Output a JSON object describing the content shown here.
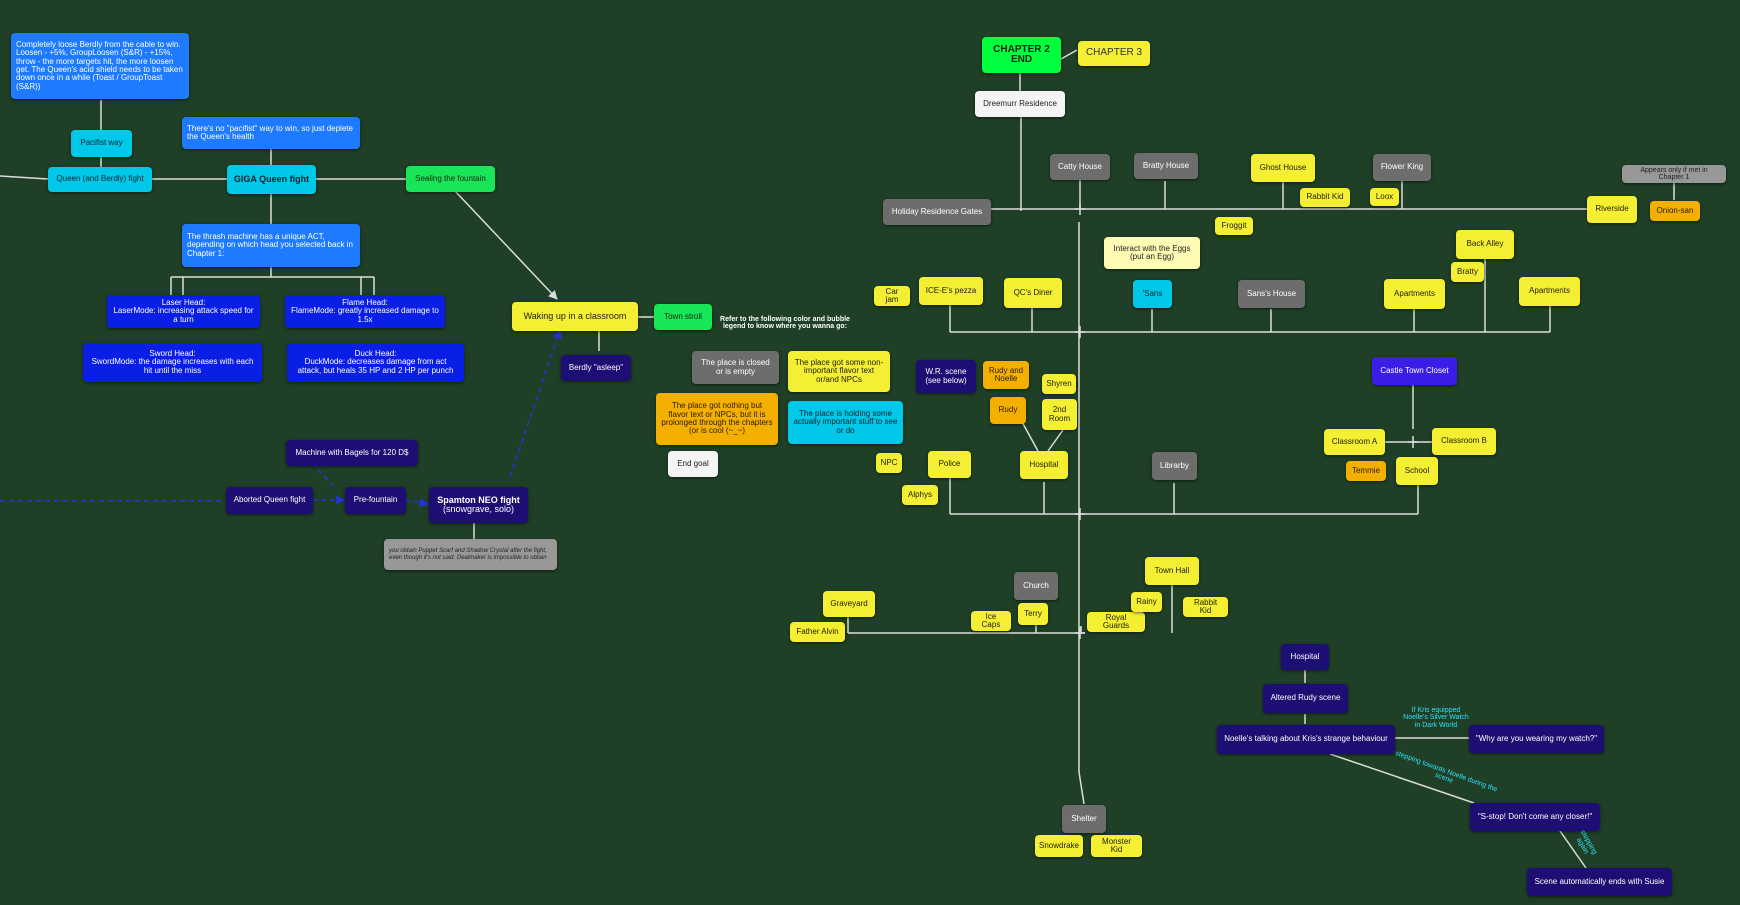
{
  "nodes": {
    "loose_berdly": "Completely loose Berdly from the cable to win. Loosen - +5%, GroupLoosen (S&R) - +15%, throw - the more targets hit, the more loosen get. The Queen's acid shield needs to be taken down once in a while (Toast / GroupToast (S&R))",
    "pacifist_way": "Pacifist way",
    "no_pacifist": "There's no \"pacifist\" way to win, so just deplete the Queen's health",
    "queen_berdly_fight": "Queen (and Berdly) fight",
    "giga_queen": "GIGA Queen fight",
    "sealing_fountain": "Sealing the fountain",
    "thrash_machine": "The thrash machine has a unique ACT, depending on which head you selected back in Chapter 1:",
    "laser_head": "Laser Head:",
    "laser_mode": "LaserMode: increasing attack speed for a turn",
    "flame_head": "Flame Head:",
    "flame_mode": "FlameMode: greatly increased damage to 1.5x",
    "sword_head": "Sword Head:",
    "sword_mode": "SwordMode: the damage increases with each hit until the miss",
    "duck_head": "Duck Head:",
    "duck_mode": "DuckMode: decreases damage from act attack, but heals 35 HP and 2 HP per punch",
    "waking_up": "Waking up in a classroom",
    "town_stroll": "Town stroll",
    "berdly_asleep": "Berdly \"asleep\"",
    "machine_bagels": "Machine with Bagels for 120 D$",
    "aborted_queen": "Aborted Queen fight",
    "pre_fountain": "Pre-fountain",
    "spamton_neo": "Spamton NEO fight",
    "spamton_sub": "(snowgrave, solo)",
    "puppet_scarf": "you obtain Puppet Scarf and Shadow Crystal after the fight, even though it's not said. Dealmaker is impossible to obtain",
    "legend_title": "Refer to the following color and bubble legend to know where you wanna go:",
    "legend_closed": "The place is closed or is empty",
    "legend_flavor": "The place got some non-important flavor text or/and NPCs",
    "legend_nothing": "The place got nothing but flavor text or NPCs, but it is prolonged through the chapters (or is cool (~_~)",
    "legend_important": "The place is holding some actually important stuff to see or do",
    "legend_end": "End goal",
    "legend_npc": "NPC",
    "chapter2_end": "CHAPTER 2 END",
    "chapter3": "CHAPTER 3",
    "dreemurr": "Dreemurr Residence",
    "holiday_gates": "Holiday Residence Gates",
    "catty_house": "Catty House",
    "bratty_house": "Bratty House",
    "ghost_house": "Ghost House",
    "rabbit_kid_top": "Rabbit Kid",
    "flower_king": "Flower King",
    "loox": "Loox",
    "appears_only": "Appears only if met in Chapter 1",
    "riverside": "Riverside",
    "onion_san": "Onion-san",
    "froggit": "Froggit",
    "interact_eggs": "Interact with the Eggs (put an Egg)",
    "sans": "'Sans",
    "sans_house": "Sans's House",
    "back_alley": "Back Alley",
    "bratty": "Bratty",
    "apartments_1": "Apartments",
    "apartments_2": "Apartments",
    "car_jam": "Car jam",
    "ice_e_pezza": "ICE-E's pezza",
    "qc_diner": "QC's Diner",
    "wr_scene": "W.R. scene (see below)",
    "rudy_noelle": "Rudy and Noelle",
    "shyren": "Shyren",
    "rudy": "Rudy",
    "second_room": "2nd Room",
    "npc_label": "NPC",
    "police": "Police",
    "alphys": "Alphys",
    "hospital": "Hospital",
    "library": "Librarby",
    "castle_closet": "Castle Town Closet",
    "classroom_a": "Classroom A",
    "classroom_b": "Classroom B",
    "temmie": "Temmie",
    "school": "School",
    "church": "Church",
    "town_hall": "Town Hall",
    "graveyard": "Graveyard",
    "father_alvin": "Father Alvin",
    "ice_caps": "Ice Caps",
    "terry": "Terry",
    "royal_guards": "Royal Guards",
    "rainy": "Rainy",
    "rabbit_kid_bottom": "Rabbit Kid",
    "shelter": "Shelter",
    "snowdrake": "Snowdrake",
    "monster_kid": "Monster Kid",
    "hospital_scene": "Hospital",
    "altered_rudy": "Altered Rudy scene",
    "noelle_talking": "Noelle's talking about Kris's strange behaviour",
    "why_watch": "\"Why are you wearing my watch?\"",
    "s_stop": "\"S-stop! Don't come any closer!\"",
    "scene_ends": "Scene automatically ends with Susie"
  },
  "connector_labels": {
    "silver_watch": "If Kris equipped Noelle's Silver Watch in Dark World",
    "stepping_towards": "stepping towards Noelle during the scene",
    "stepping_again": "stepping again"
  },
  "colors": {
    "background": "#1f4026",
    "cyan": "#00c8e8",
    "blue": "#1e7bff",
    "deep_blue": "#0a1fe6",
    "green": "#18e658",
    "yellow": "#f4ef33",
    "pale_yellow": "#fffbb5",
    "navy": "#1d0e73",
    "grey": "#6d6d6d",
    "orange": "#f4b000",
    "wire": "#dddddd",
    "dashed_link": "#2233dd",
    "connector_text": "#2ee0ff"
  }
}
